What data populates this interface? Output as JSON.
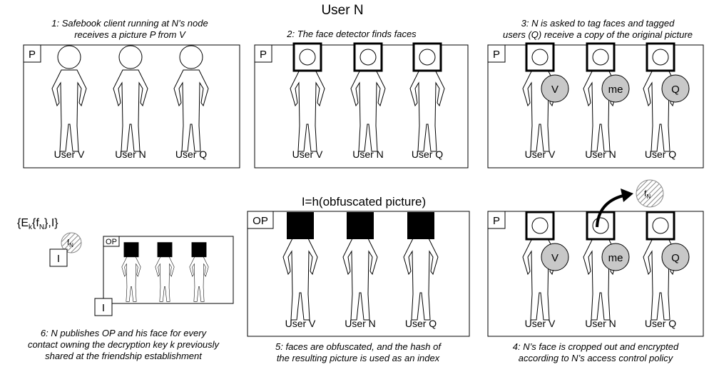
{
  "title": "User N",
  "captions": {
    "step1": [
      "1: Safebook client running at N’s node",
      "receives a picture P from V"
    ],
    "step2": [
      "2: The face detector finds faces"
    ],
    "step3": [
      "3: N is asked to tag faces and tagged",
      "users (Q) receive a copy of the  original picture"
    ],
    "step4": [
      "4: N’s face is cropped out and encrypted",
      "according to N’s access control policy"
    ],
    "step5": [
      "5: faces are obfuscated, and the hash of",
      "the resulting picture is used as an index"
    ],
    "step6": [
      "6: N publishes OP and his face for every",
      "contact owning the decryption key k previously",
      "shared at the friendship establishment"
    ]
  },
  "users": [
    "User V",
    "User N",
    "User Q"
  ],
  "tags": [
    "V",
    "me",
    "Q"
  ],
  "picture_label": "P",
  "obfuscated_label": "OP",
  "index_label": "I",
  "face_label": {
    "base": "f",
    "sub": "N"
  },
  "hash_formula": "I=h(obfuscated picture)",
  "encrypted": {
    "open": "{E",
    "key": "k",
    "mid": "{f",
    "sub": "N",
    "close": "},I}"
  }
}
